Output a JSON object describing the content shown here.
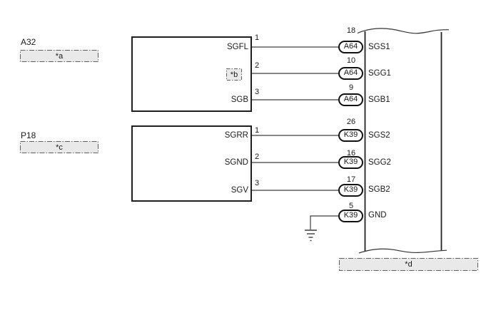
{
  "diagram_type": "wiring-diagram",
  "colors": {
    "background": "#ffffff",
    "outline": "#1f1f1f",
    "wire": "#3d3d3d",
    "redaction_fill": "#e9e9e9",
    "redaction_border": "#5f5f5f"
  },
  "icons": {
    "ground": "ground-symbol",
    "break_top": "wavy-break-line",
    "break_bottom": "wavy-break-line"
  },
  "left_components": [
    {
      "code": "A32",
      "redaction": "*a",
      "pins": [
        {
          "number": "1",
          "label": "SGFL"
        },
        {
          "number": "2",
          "label": "*b",
          "redacted": true
        },
        {
          "number": "3",
          "label": "SGB"
        }
      ]
    },
    {
      "code": "P18",
      "redaction": "*c",
      "pins": [
        {
          "number": "1",
          "label": "SGRR"
        },
        {
          "number": "2",
          "label": "SGND"
        },
        {
          "number": "3",
          "label": "SGV"
        }
      ]
    }
  ],
  "right_connector": {
    "redaction": "*d",
    "rows": [
      {
        "pin": "18",
        "connector": "A64",
        "signal": "SGS1"
      },
      {
        "pin": "10",
        "connector": "A64",
        "signal": "SGG1"
      },
      {
        "pin": "9",
        "connector": "A64",
        "signal": "SGB1"
      },
      {
        "pin": "26",
        "connector": "K39",
        "signal": "SGS2"
      },
      {
        "pin": "16",
        "connector": "K39",
        "signal": "SGG2"
      },
      {
        "pin": "17",
        "connector": "K39",
        "signal": "SGB2"
      },
      {
        "pin": "5",
        "connector": "K39",
        "signal": "GND"
      }
    ]
  }
}
